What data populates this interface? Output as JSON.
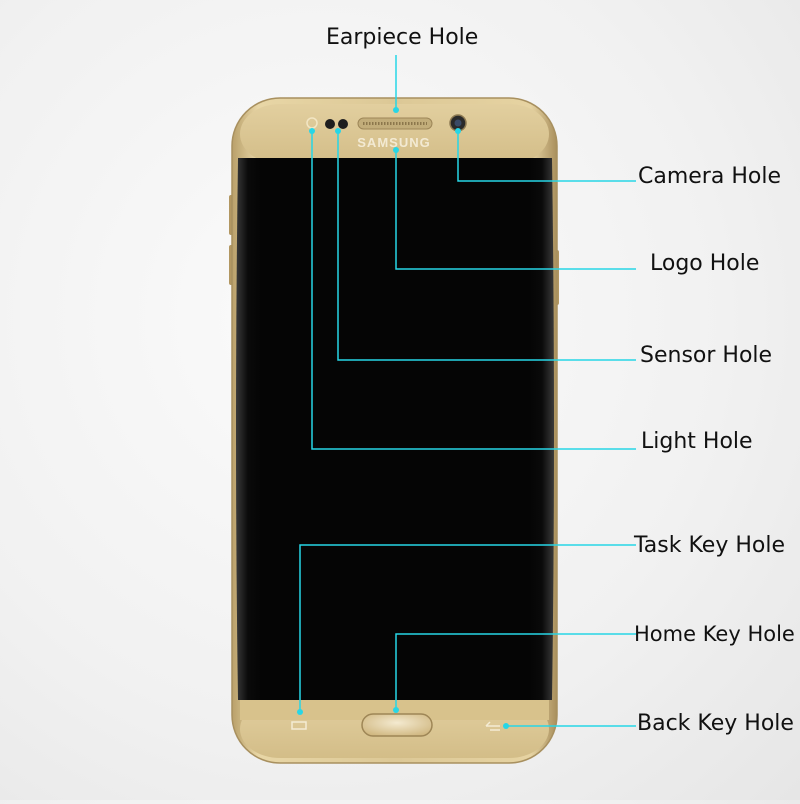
{
  "colors": {
    "callout_line": "#27d6e6",
    "frame_gold": "#d8c28c",
    "screen": "#050505",
    "label_text": "#111111"
  },
  "device": {
    "brand_logo": "SAMSUNG"
  },
  "callouts": {
    "earpiece": "Earpiece Hole",
    "camera": "Camera Hole",
    "logo": "Logo Hole",
    "sensor": "Sensor Hole",
    "light": "Light Hole",
    "task_key": "Task Key Hole",
    "home_key": "Home Key Hole",
    "back_key": "Back Key Hole"
  }
}
